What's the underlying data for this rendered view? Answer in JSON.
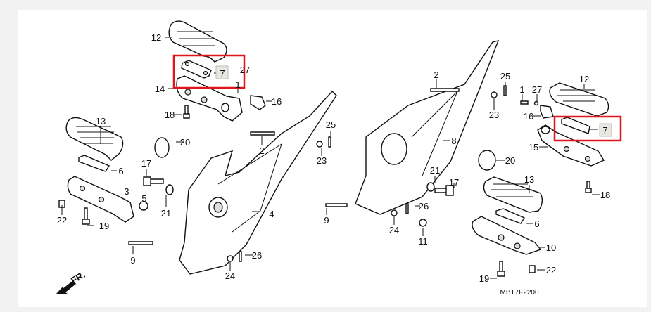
{
  "diagram_code": "MBT7F2200",
  "direction_label": "FR.",
  "highlight_color": "#e0141b",
  "highlighted_part": "7",
  "callouts": {
    "left": {
      "p12": "12",
      "p7": "7",
      "p27": "27",
      "p1": "1",
      "p14": "14",
      "p16": "16",
      "p18": "18",
      "p13": "13",
      "p6": "6",
      "p20": "20",
      "p17": "17",
      "p3": "3",
      "p5": "5",
      "p21": "21",
      "p22": "22",
      "p19": "19",
      "p4": "4",
      "p2": "2",
      "p23": "23",
      "p25": "25",
      "p9": "9",
      "p26": "26",
      "p24": "24"
    },
    "right": {
      "p2": "2",
      "p25": "25",
      "p23": "23",
      "p1": "1",
      "p27": "27",
      "p12": "12",
      "p16": "16",
      "p7": "7",
      "p15": "15",
      "p8": "8",
      "p20": "20",
      "p21": "21",
      "p17": "17",
      "p13": "13",
      "p26": "26",
      "p24": "24",
      "p11": "11",
      "p6": "6",
      "p10": "10",
      "p22": "22",
      "p19": "19",
      "p18": "18",
      "p9": "9"
    }
  }
}
